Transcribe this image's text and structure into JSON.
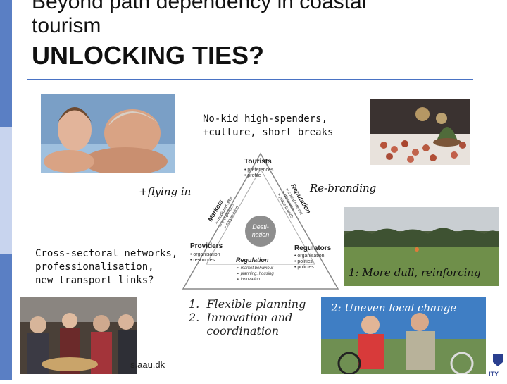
{
  "slide": {
    "title_line1": "Beyond path dependency in coastal\ntourism",
    "title_line2": "UNLOCKING TIES?",
    "accent_color": "#4a73c4"
  },
  "annotations": {
    "nokid": "No-kid high-spenders,\n+culture, short breaks",
    "flying": "+flying in",
    "rebranding": "Re-branding",
    "cross": "Cross-sectoral networks,\nprofessionalisation,\nnew transport links?",
    "dull": "1: More dull, reinforcing",
    "uneven": "2: Uneven local change"
  },
  "diagram": {
    "tourists": {
      "title": "Tourists",
      "items": [
        "• preferences",
        "• profile"
      ]
    },
    "providers": {
      "title": "Providers",
      "items": [
        "• organisation",
        "• resources"
      ]
    },
    "regulators": {
      "title": "Regulators",
      "items": [
        "• organisation",
        "• politics",
        "• policies"
      ]
    },
    "center": {
      "line1": "Desti-",
      "line2": "nation"
    },
    "markets": "Markets",
    "markets_sub": [
      "➢ mediated offer",
      "➢ competition",
      "➢ cooperation"
    ],
    "reputation": "Reputation",
    "reputation_sub": [
      "➢ social interest",
      "➢ discourse",
      "➢ place brands"
    ],
    "regulation": "Regulation",
    "regulation_sub": [
      "➢ market behaviour",
      "➢ planning, housing",
      "➢ innovation"
    ]
  },
  "steps": [
    "1.  Flexible planning",
    "2.  Innovation and",
    "     coordination"
  ],
  "footer": {
    "url": "s.aau.dk",
    "logo_text": "ITY"
  },
  "icons": [
    "couple-photo",
    "food-photo",
    "field-photo",
    "market-photo",
    "cyclists-photo"
  ]
}
